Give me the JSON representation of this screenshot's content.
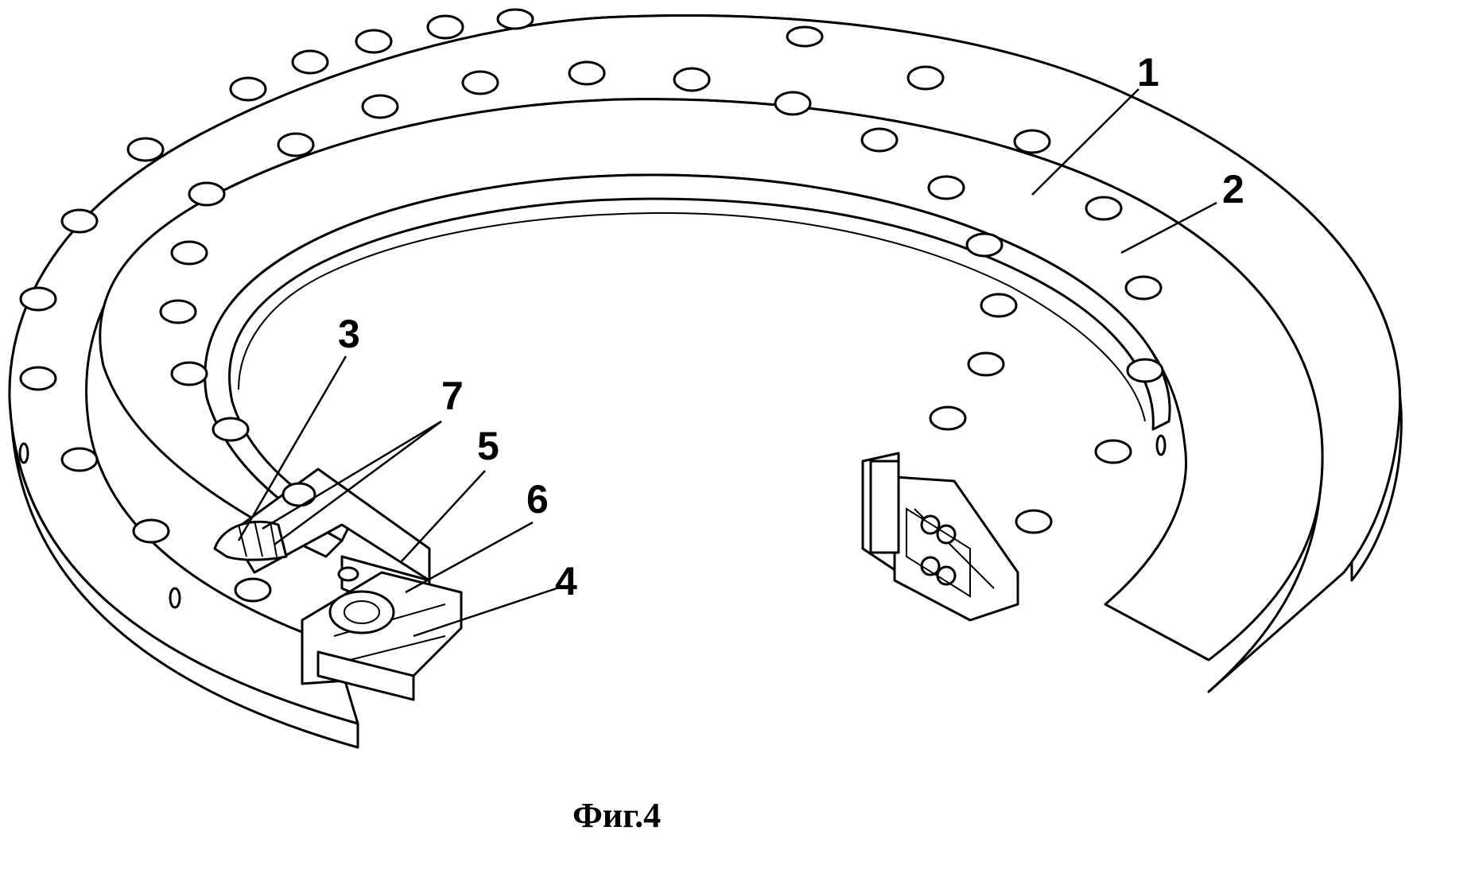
{
  "caption": "Фиг.4",
  "labels": {
    "l1": "1",
    "l2": "2",
    "l3": "3",
    "l4": "4",
    "l5": "5",
    "l6": "6",
    "l7": "7"
  }
}
